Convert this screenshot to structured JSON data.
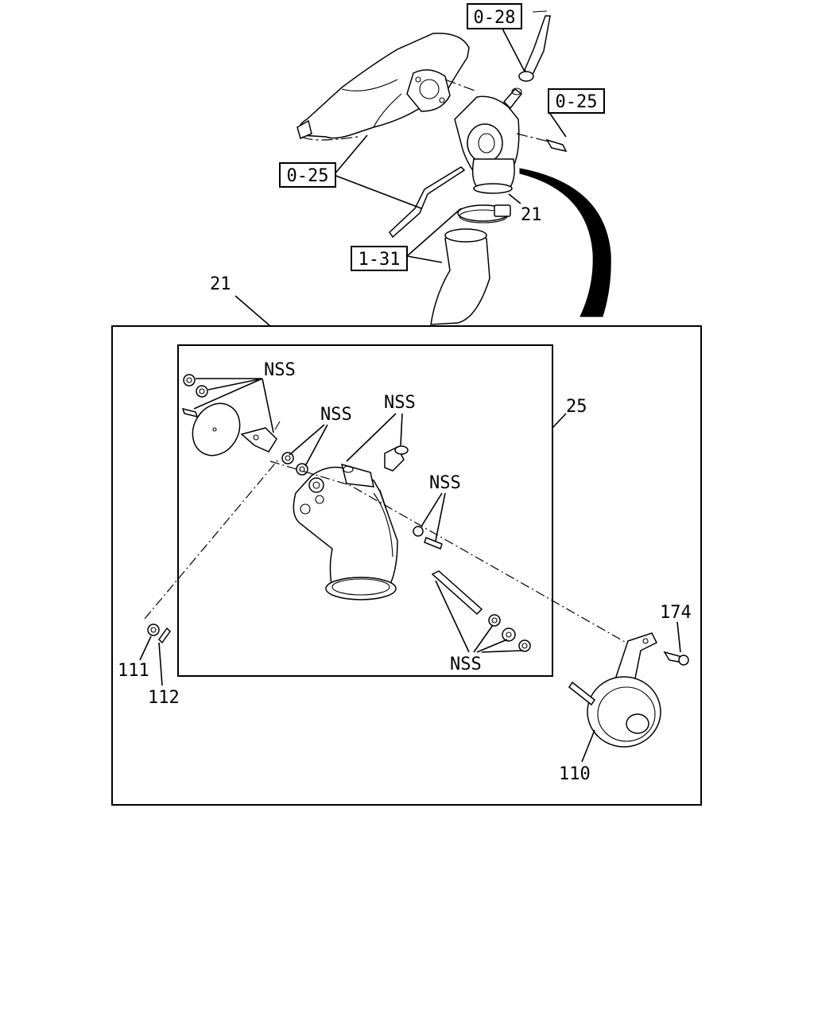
{
  "callouts": {
    "ref_0_28": "0-28",
    "ref_0_25_right": "0-25",
    "ref_0_25_left": "0-25",
    "ref_1_31": "1-31",
    "part_21_top": "21",
    "part_21_assembly": "21",
    "part_25": "25",
    "nss_1": "NSS",
    "nss_2": "NSS",
    "nss_3": "NSS",
    "nss_4": "NSS",
    "nss_5": "NSS",
    "part_111": "111",
    "part_112": "112",
    "part_174": "174",
    "part_110": "110"
  }
}
